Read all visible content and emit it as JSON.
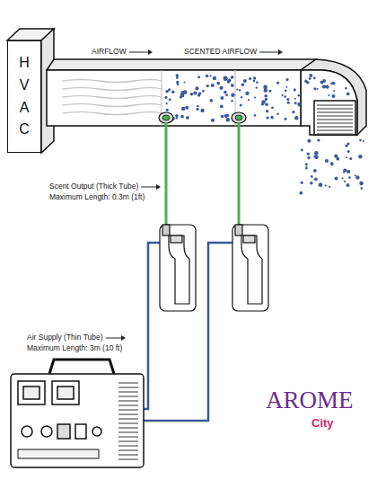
{
  "diagram": {
    "nodes": [
      {
        "text": [
          "HVAC"
        ]
      }
    ],
    "labels": [
      "AIRFLOW",
      "SCENTED AIRFLOW",
      "Scent Output (Thick Tube)",
      "Maximum Length: 0.3m (1ft)",
      "Air Supply (Thin Tube)",
      "Maximum Length: 3m (10 ft)",
      "AROME",
      "City"
    ]
  }
}
